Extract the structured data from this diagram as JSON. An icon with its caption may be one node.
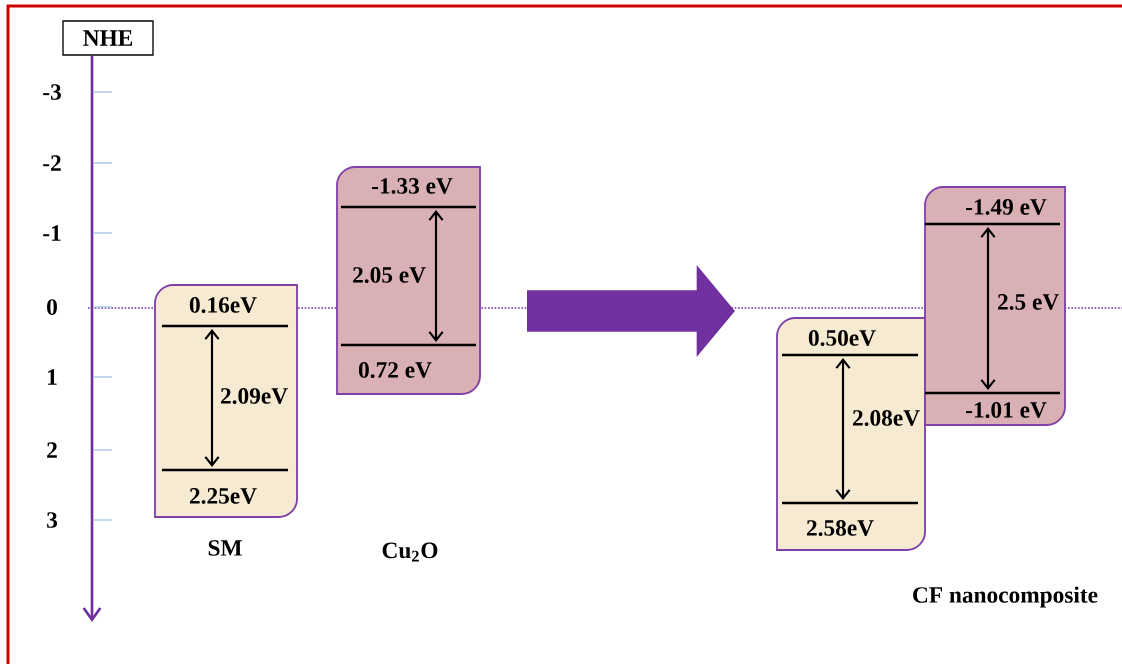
{
  "diagram": {
    "nodes": [
      {
        "text": [
          "NHE"
        ]
      },
      {
        "text": [
          "0.16eV",
          "2.09eV",
          "2.25eV"
        ],
        "beside": [
          "SM"
        ]
      },
      {
        "text": [
          "-1.33 eV",
          "2.05 eV",
          "0.72 eV"
        ]
      },
      {
        "text": [
          "0.50eV",
          "2.08eV",
          "2.58eV"
        ]
      },
      {
        "text": [
          "-1.49 eV",
          "2.5 eV",
          "-1.01 eV"
        ]
      }
    ],
    "edges": [
      {
        "from": 2,
        "to": 3,
        "arrow": "to",
        "color": "#7030a0"
      }
    ],
    "labels": [
      "-3",
      "-2",
      "-1",
      "0",
      "1",
      "2",
      "3",
      "Cu$_{2}$O",
      "CF nanocomposite"
    ]
  }
}
